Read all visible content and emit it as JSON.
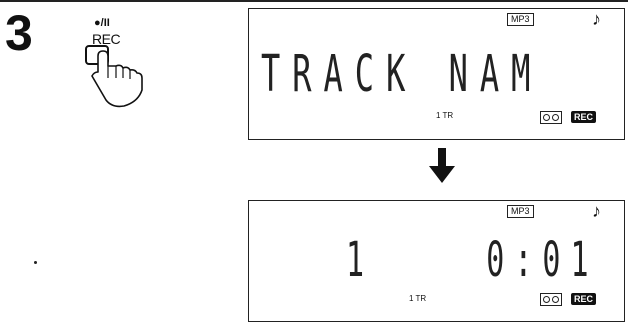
{
  "step": {
    "number": "3"
  },
  "rec_button": {
    "symbol": "●/II",
    "label": "REC"
  },
  "display_1": {
    "mp3_badge": "MP3",
    "segment_text": "TRACK NAM",
    "track_indicator": "1 TR",
    "rec_badge": "REC"
  },
  "display_2": {
    "mp3_badge": "MP3",
    "segment_text": "1    0:01",
    "track_indicator": "1 TR",
    "rec_badge": "REC"
  },
  "icons": {
    "hand": "hand-pressing-icon",
    "note": "music-note-icon",
    "tape": "cassette-icon",
    "arrow": "arrow-down-icon"
  }
}
